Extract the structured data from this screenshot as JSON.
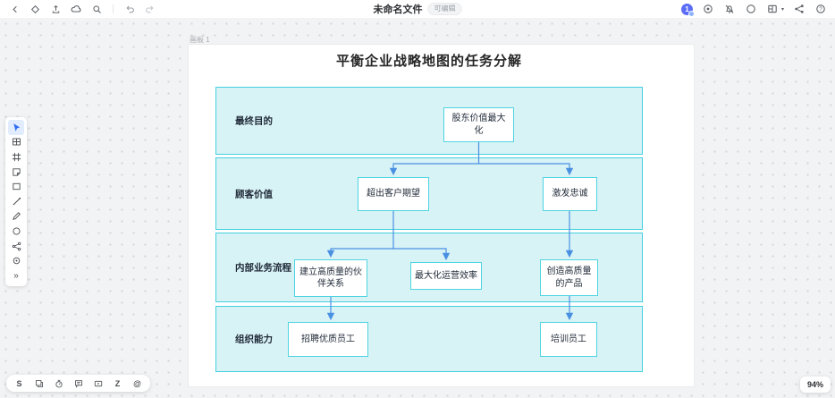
{
  "topbar": {
    "title": "未命名文件",
    "badge": "可编辑",
    "avatar_label": "1",
    "left_icons": [
      "back-icon",
      "pen-tag-icon",
      "export-icon",
      "cloud-icon",
      "search-icon",
      "undo-icon",
      "redo-icon"
    ],
    "right_icons": [
      "record-icon",
      "notifications-off-icon",
      "status-circle-icon",
      "board-panel-icon",
      "share-icon",
      "help-icon"
    ]
  },
  "sidebar": {
    "active_tool": "select",
    "tools": [
      "select",
      "table",
      "frame",
      "sticky-note",
      "shape",
      "line",
      "pencil",
      "ellipse",
      "connector",
      "view",
      "more"
    ]
  },
  "bottom_toolbar": {
    "icons": [
      "shape-s",
      "copy",
      "timer",
      "comment",
      "screen-video",
      "z-order",
      "mention"
    ],
    "z_label": "Z",
    "s_label": "S",
    "at_label": "@"
  },
  "zoom_control": {
    "level": "94%"
  },
  "canvas": {
    "frame_label": "画板 1"
  },
  "diagram": {
    "title": "平衡企业战略地图的任务分解",
    "lanes": [
      {
        "label": "最终目的"
      },
      {
        "label": "顾客价值"
      },
      {
        "label": "内部业务流程"
      },
      {
        "label": "组织能力"
      }
    ],
    "nodes": [
      "股东价值最大化",
      "超出客户期望",
      "激发忠诚",
      "建立高质量的伙伴关系",
      "最大化运营效率",
      "创造高质量的产品",
      "招聘优质员工",
      "培训员工"
    ],
    "edges": [
      [
        0,
        1
      ],
      [
        0,
        2
      ],
      [
        1,
        3
      ],
      [
        1,
        4
      ],
      [
        2,
        5
      ],
      [
        3,
        6
      ],
      [
        5,
        7
      ]
    ],
    "colors": {
      "lane_fill": "#d8f3f6",
      "lane_border": "#43cfdf",
      "node_border": "#4fd4e2",
      "connector": "#4a90e2",
      "accent": "#2b6bf3"
    }
  }
}
